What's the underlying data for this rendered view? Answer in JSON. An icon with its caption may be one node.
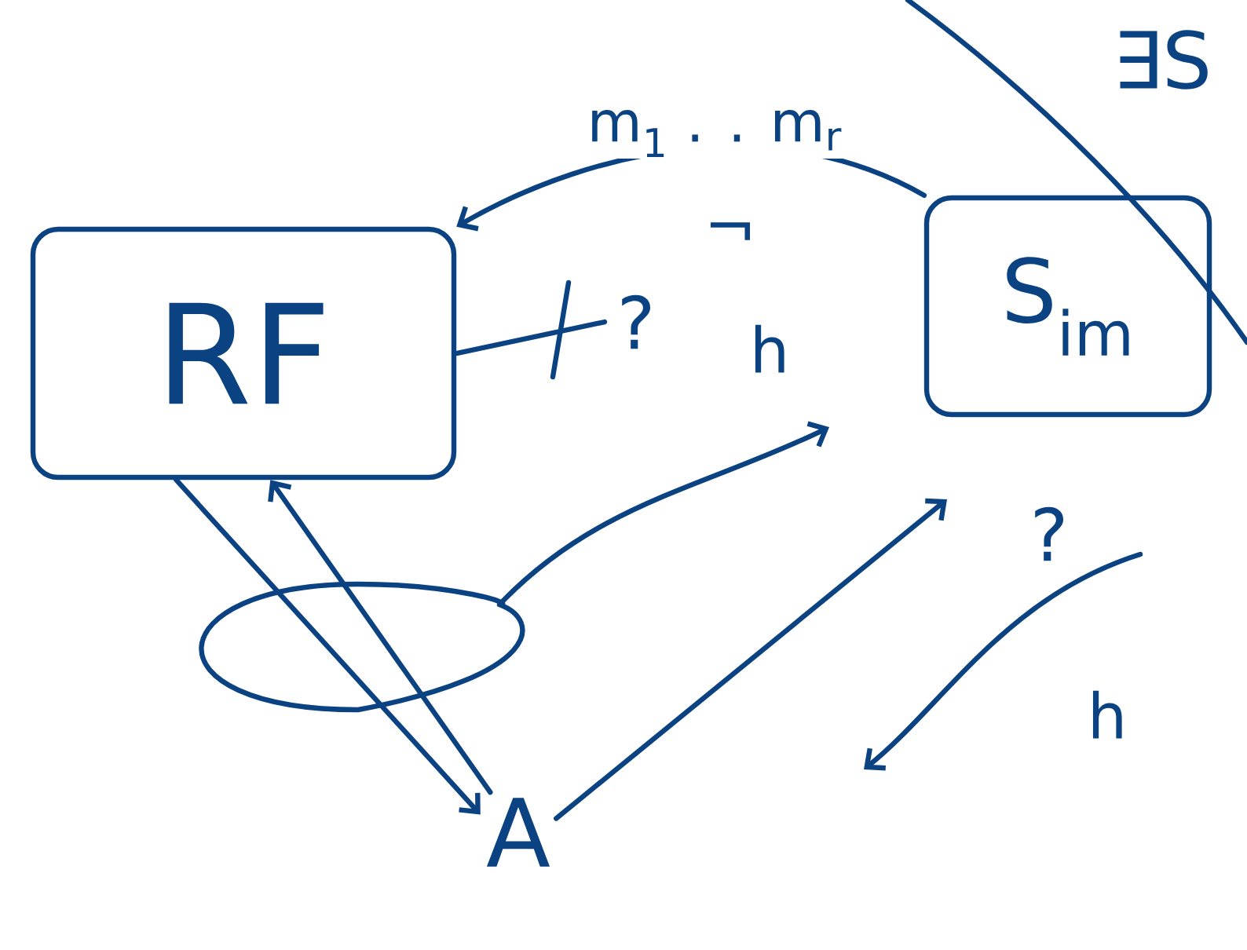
{
  "diagram": {
    "nodes": [
      {
        "text": [
          "RF"
        ]
      },
      {
        "text": [
          "S$_{im}$"
        ]
      },
      {
        "text": [
          "A"
        ]
      }
    ],
    "edges": [
      {
        "from": 1,
        "to": 0,
        "arrow": "to",
        "label": "m$_{1}$ . . m$_{r}$"
      },
      {
        "from": 0,
        "to": null,
        "arrow": "none"
      },
      {
        "from": 0,
        "to": 2,
        "arrow": "to"
      },
      {
        "from": 2,
        "to": 0,
        "arrow": "to"
      },
      {
        "from": 2,
        "to": null,
        "arrow": "to"
      }
    ],
    "labels": [
      "¬",
      "?",
      "h",
      "?",
      "h",
      "∃S"
    ]
  }
}
